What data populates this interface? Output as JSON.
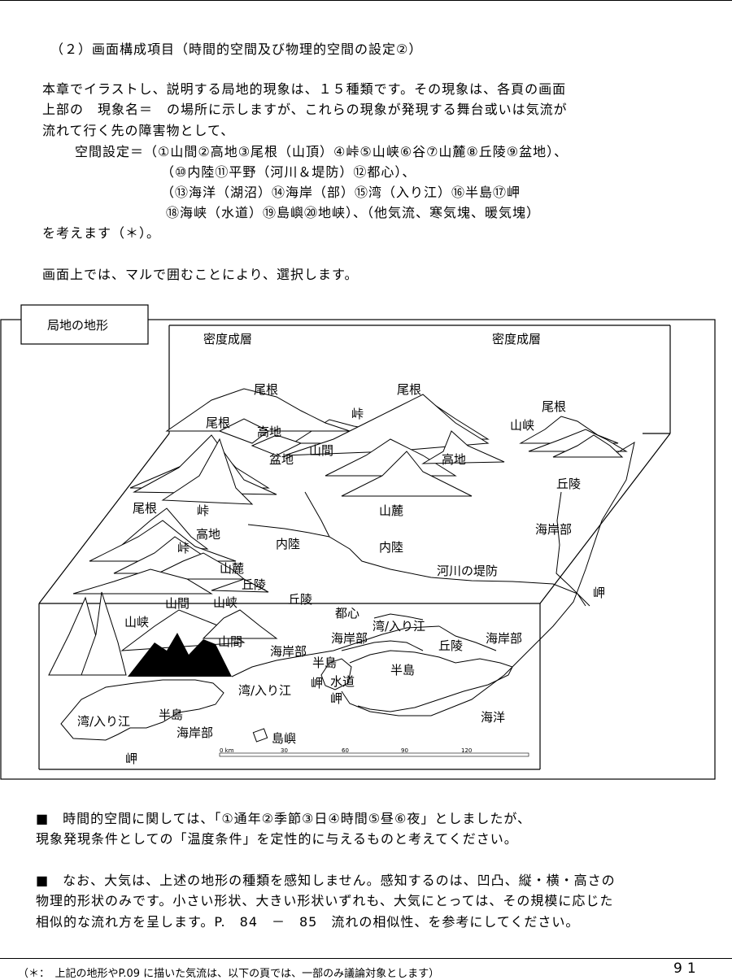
{
  "text": {
    "section_heading": "（２）画面構成項目（時間的空間及び物理的空間の設定②）",
    "intro_lines": [
      "本章でイラストし、説明する局地的現象は、１５種類です。その現象は、各頁の画面",
      "上部の　現象名＝　の場所に示しますが、これらの現象が発現する舞台或いは気流が",
      "流れて行く先の障害物として、"
    ],
    "setting_lines": [
      "空間設定＝（①山間②高地③尾根（山頂）④峠⑤山峡⑥谷⑦山麓⑧丘陵⑨盆地）、",
      "（⑩内陸⑪平野（河川＆堤防）⑫都心）、",
      "（⑬海洋（湖沼）⑭海岸（部）⑮湾（入り江）⑯半島⑰岬",
      "⑱海峡（水道）⑲島嶼⑳地峡）、（他気流、寒気塊、暖気塊）"
    ],
    "consider": "を考えます（＊）。",
    "select": "画面上では、マルで囲むことにより、選択します。",
    "note1_lines": [
      "■　時間的空間に関しては、「①通年②季節③日④時間⑤昼⑥夜」としましたが、",
      "現象発現条件としての「温度条件」を定性的に与えるものと考えてください。"
    ],
    "note2_lines": [
      "■　なお、大気は、上述の地形の種類を感知しません。感知するのは、凹凸、縦・横・高さの",
      "物理的形状のみです。小さい形状、大きい形状いずれも、大気にとっては、その規模に応じた",
      "相似的な流れ方を呈します。P.　84　－　85　流れの相似性、を参考にしてください。"
    ],
    "footnote": "（＊：　上記の地形やP.09 に描いた気流は、以下の頁では、一部のみ議論対象とします）",
    "page_number": "91"
  },
  "figure": {
    "title": "局地の地形",
    "labels": {
      "stratosphere_left": "密度成層",
      "stratosphere_right": "密度成層",
      "ridge_1": "尾根",
      "ridge_2": "尾根",
      "ridge_3": "尾根",
      "ridge_4": "尾根",
      "ridge_5": "尾根",
      "highland_1": "高地",
      "highland_2": "高地",
      "highland_3": "高地",
      "pass_1": "峠",
      "pass_2": "峠",
      "pass_3": "峠",
      "gorge_1": "山峡",
      "gorge_2": "山峡",
      "gorge_3": "山峡",
      "basin": "盆地",
      "between_mountains_1": "山間",
      "between_mountains_2": "山間",
      "between_mountains_3": "山間",
      "foothill_1": "山麓",
      "foothill_2": "山麓",
      "hills_1": "丘陵",
      "hills_2": "丘陵",
      "hills_3": "丘陵",
      "hills_4": "丘陵",
      "inland_1": "内陸",
      "inland_2": "内陸",
      "river_levee": "河川の堤防",
      "coast_1": "海岸部",
      "coast_2": "海岸部",
      "coast_3": "海岸部",
      "coast_4": "海岸部",
      "coast_5": "海岸部",
      "cape_1": "岬",
      "cape_2": "岬",
      "cape_3": "岬",
      "cape_4": "岬",
      "city_center": "都心",
      "bay_1": "湾/入り江",
      "bay_2": "湾/入り江",
      "bay_3": "湾/入り江",
      "peninsula_1": "半島",
      "peninsula_2": "半島",
      "peninsula_3": "半島",
      "channel": "水道",
      "ocean": "海洋",
      "islands": "島嶼"
    },
    "scale": [
      "0 km",
      "30",
      "60",
      "90",
      "120"
    ]
  }
}
